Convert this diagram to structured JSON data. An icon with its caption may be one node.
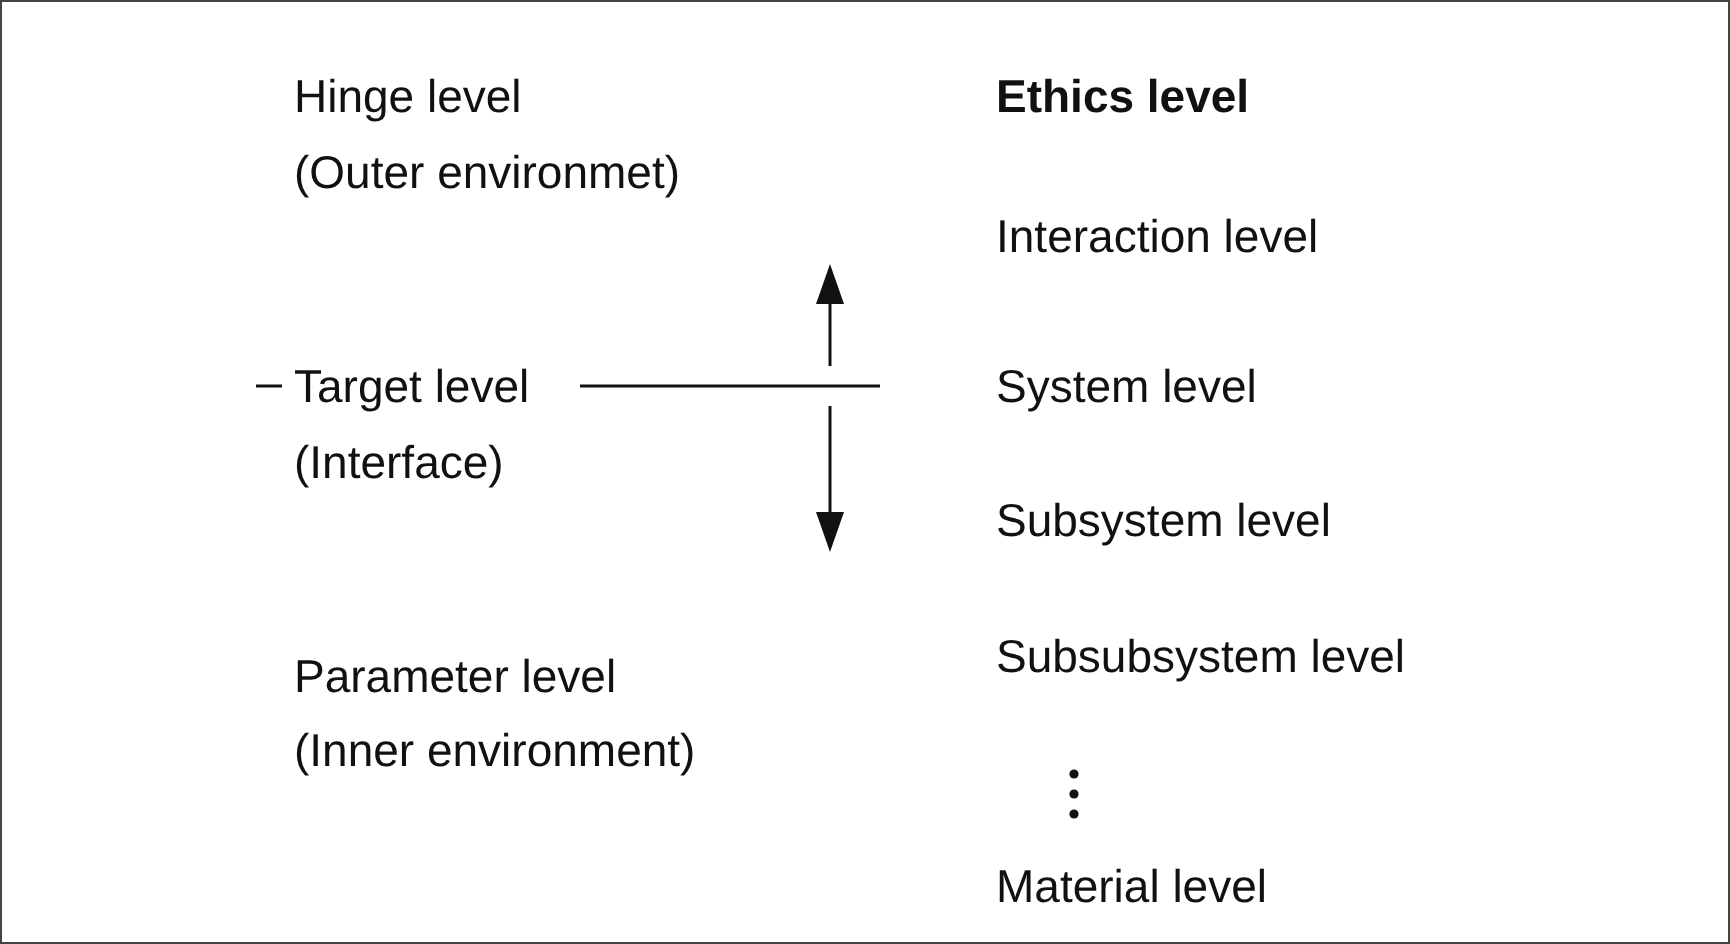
{
  "diagram": {
    "labels": [
      "Hinge level",
      "(Outer environmet)",
      "Target level",
      "(Interface)",
      "Parameter level",
      "(Inner environment)",
      "Ethics level",
      "Interaction level",
      "System level",
      "Subsystem level",
      "Subsubsystem level",
      "Material level"
    ]
  }
}
